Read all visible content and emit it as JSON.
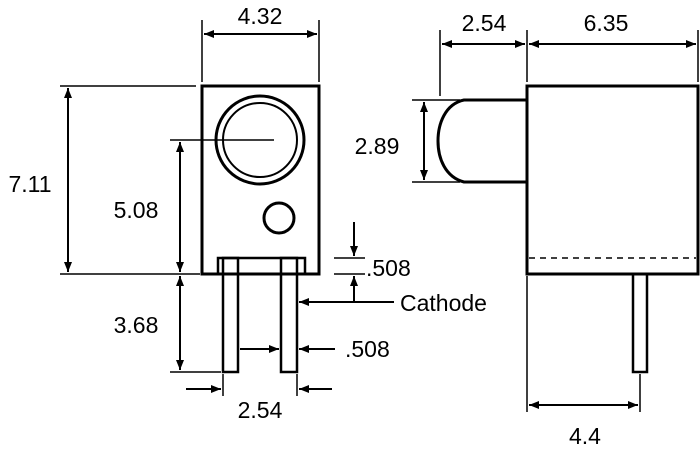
{
  "colors": {
    "ink": "#000000",
    "background": "#ffffff"
  },
  "dimensions": {
    "front_width": "4.32",
    "total_height": "7.11",
    "lens_center_height": "5.08",
    "lead_length": "3.68",
    "standoff": ".508",
    "lead_thickness": ".508",
    "lead_spacing": "2.54",
    "lens_protrusion": "2.54",
    "body_depth": "6.35",
    "lens_diameter": "2.89",
    "lead_offset": "4.4"
  },
  "labels": {
    "cathode": "Cathode"
  }
}
